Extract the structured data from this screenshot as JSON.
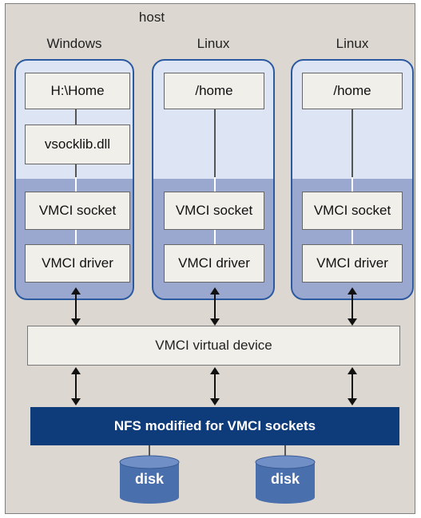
{
  "host_label": "host",
  "vms": [
    {
      "os": "Windows",
      "layers": [
        "H:\\Home",
        "vsocklib.dll",
        "VMCI socket",
        "VMCI driver"
      ]
    },
    {
      "os": "Linux",
      "layers": [
        "/home",
        "VMCI socket",
        "VMCI driver"
      ]
    },
    {
      "os": "Linux",
      "layers": [
        "/home",
        "VMCI socket",
        "VMCI driver"
      ]
    }
  ],
  "virtual_device": "VMCI virtual device",
  "nfs": "NFS modified for VMCI sockets",
  "disks": [
    "disk",
    "disk"
  ],
  "colors": {
    "host_bg": "#dcd8d1",
    "vm_border": "#2c5aa0",
    "vm_top": "#dde4f3",
    "vm_bottom": "#9aa8cf",
    "box_bg": "#f1efea",
    "nfs_bg": "#0e3b7a",
    "disk_fill": "#4a6fad"
  }
}
